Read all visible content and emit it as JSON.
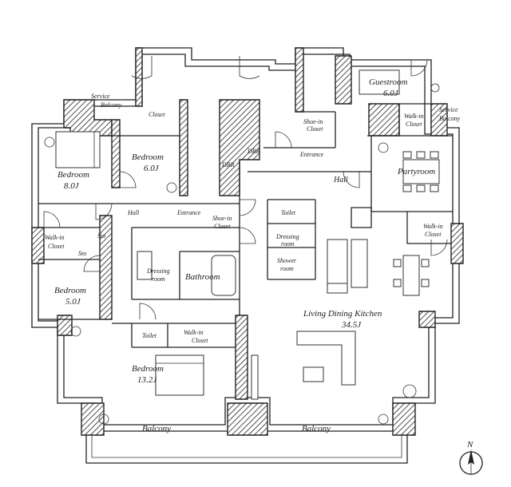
{
  "plan": {
    "rooms": {
      "service_balcony_left": [
        "Service",
        "Balcony"
      ],
      "closet_top": "Closet",
      "bedroom_6": {
        "name": "Bedroom",
        "size": "6.0J"
      },
      "bedroom_8": {
        "name": "Bedroom",
        "size": "8.0J"
      },
      "drr_1": "DRR",
      "drr_2": "DRR",
      "shoe_closet_top": [
        "Shoe-in",
        "Closet"
      ],
      "entrance_top": "Entrance",
      "guestroom": {
        "name": "Guestroom",
        "size": "6.0J"
      },
      "walkin_closet_right_top": [
        "Walk-in",
        "Closet"
      ],
      "service_balcony_right": [
        "Service",
        "Balcony"
      ],
      "partyroom": "Partyroom",
      "hall_right": "Hall",
      "hall_left": "Hall",
      "entrance_left": "Entrance",
      "shoe_closet_left": [
        "Shoe-in",
        "Closet"
      ],
      "toilet_mid": "Toilet",
      "dressing_room_mid": [
        "Dressing",
        "room"
      ],
      "shower_room": [
        "Shower",
        "room"
      ],
      "walkin_closet_right": [
        "Walk-in",
        "Closet"
      ],
      "walkin_closet_left": [
        "Walk-in",
        "Closet"
      ],
      "sto_1": "Sto",
      "sto_2": "Sto",
      "dressing_room_left": [
        "Dressing",
        "room"
      ],
      "bathroom": "Bathroom",
      "bedroom_5": {
        "name": "Bedroom",
        "size": "5.0J"
      },
      "ldk": {
        "name": "Living Dining Kitchen",
        "size": "34.5J"
      },
      "toilet_bottom": "Toilet",
      "walkin_closet_bottom": [
        "Walk-in",
        "Closet"
      ],
      "bedroom_13": {
        "name": "Bedroom",
        "size": "13.2J"
      },
      "balcony_left": "Balcony",
      "balcony_right": "Balcony"
    },
    "north_label": "N",
    "colors": {
      "ink": "#222222",
      "wall": "#2b2b2b",
      "paper": "#ffffff"
    }
  }
}
